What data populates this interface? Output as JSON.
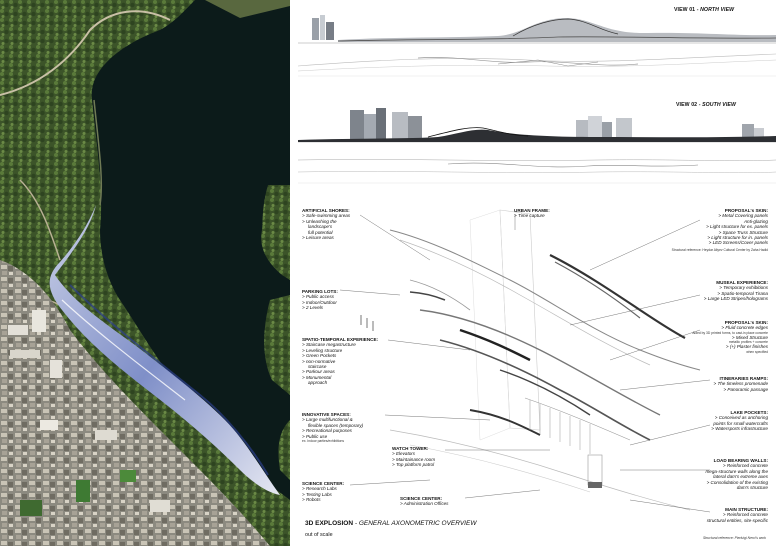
{
  "views": {
    "north_title": "VIEW 01",
    "north_suffix": " - NORTH VIEW",
    "south_title": "VIEW 02",
    "south_suffix": " - SOUTH VIEW"
  },
  "labels": {
    "artificial_shores": {
      "title": "ARTIFICIAL SHORES:",
      "lines": [
        "> Safe-swimming areas",
        "> Unleashing the",
        "landscape's",
        "full potential",
        "> Leisure areas"
      ]
    },
    "urban_frame": {
      "title": "URBAN FRAME:",
      "lines": [
        "> Time capture"
      ]
    },
    "proposal_skin_1": {
      "title": "PROPOSAL's SKIN:",
      "lines": [
        "> Metal Covering panels",
        "Anti-glazing",
        "> Light structure for ex. panels",
        "> Space Truss Structure",
        "> Light structure for in. panels",
        "> LED Screens/Cover panels"
      ],
      "note": "Structural reference: Heydar Aliyev Cultural Center by Zaha Hadid"
    },
    "parking_lots": {
      "title": "PARKING LOTS:",
      "lines": [
        "> Public access",
        "> Indoor/Outdoor",
        "> 2 Levels"
      ]
    },
    "museal_experience": {
      "title": "MUSEAL EXPERIENCE:",
      "lines": [
        "> Temporary exhibitions",
        "> Spatio-temporal Tirana",
        "> Large LED Stripes/holograms"
      ]
    },
    "spatio_temporal": {
      "title": "SPATIO-TEMPORAL EXPERIENCE:",
      "lines": [
        "> Staircase megastructure",
        "> Leveling structure",
        "> Green Pockets",
        "> non-normative",
        "staircase",
        "> Parkour areas",
        "> Monumental",
        "approach"
      ]
    },
    "proposal_skin_2": {
      "title": "PROPOSAL's SKIN:",
      "lines": [
        "> Fluid concrete edges"
      ],
      "note1": "Aided by 3D printed forms, to cast-in place concrete",
      "lines2": [
        "> Mixed Structure"
      ],
      "note2": "metallic profiles + concrete",
      "lines3": [
        "> (+) Plaster finishes"
      ],
      "note3": "when specified"
    },
    "itineraries_ramps": {
      "title": "ITINERARIES RAMPS:",
      "lines": [
        "> The timeless promenade",
        "> Panoramic passage"
      ]
    },
    "innovative_spaces": {
      "title": "INNOVATIVE SPACES:",
      "lines": [
        "> Large multifunctional &",
        "flexible spaces (temporary)",
        "> Recreational purposes",
        "> Public use"
      ],
      "note": "ex. Indoor parties/exhibitions"
    },
    "lake_pockets": {
      "title": "LAKE POCKETS:",
      "lines": [
        "> Conceived as anchoring",
        "points for small watercrafts",
        "> Watersports infrastructure"
      ]
    },
    "watch_tower": {
      "title": "WATCH TOWER:",
      "lines": [
        "> Elevators",
        "> Maintainance room",
        "> Top platform patrol"
      ]
    },
    "load_bearing": {
      "title": "LOAD BEARING WALLS:",
      "lines": [
        "> Reinforced concrete",
        "mega-structure walls along the",
        "lateral dam's extreme axes",
        "> Consolidation of the existing",
        "dam's structure"
      ]
    },
    "science_center_1": {
      "title": "SCIENCE CENTER:",
      "lines": [
        "> Research Labs",
        "> Testing Labs",
        "> Robots"
      ]
    },
    "science_center_2": {
      "title": "SCIENCE CENTER:",
      "lines": [
        "> Administration Offices"
      ]
    },
    "main_structure": {
      "title": "MAIN STRUCTURE:",
      "lines": [
        "> Reinforced concrete",
        "structural entities, site-specific"
      ]
    }
  },
  "footer": {
    "title_bold": "3D EXPLOSION",
    "title_rest": " - GENERAL AXONOMETRIC OVERVIEW",
    "subtitle": "out of scale",
    "reference": "Structural reference: Pierluigi Nervi's work"
  },
  "colors": {
    "accent": "#c4161c",
    "water": "#0b1a1a",
    "vegetation": "#3f5a2c"
  }
}
